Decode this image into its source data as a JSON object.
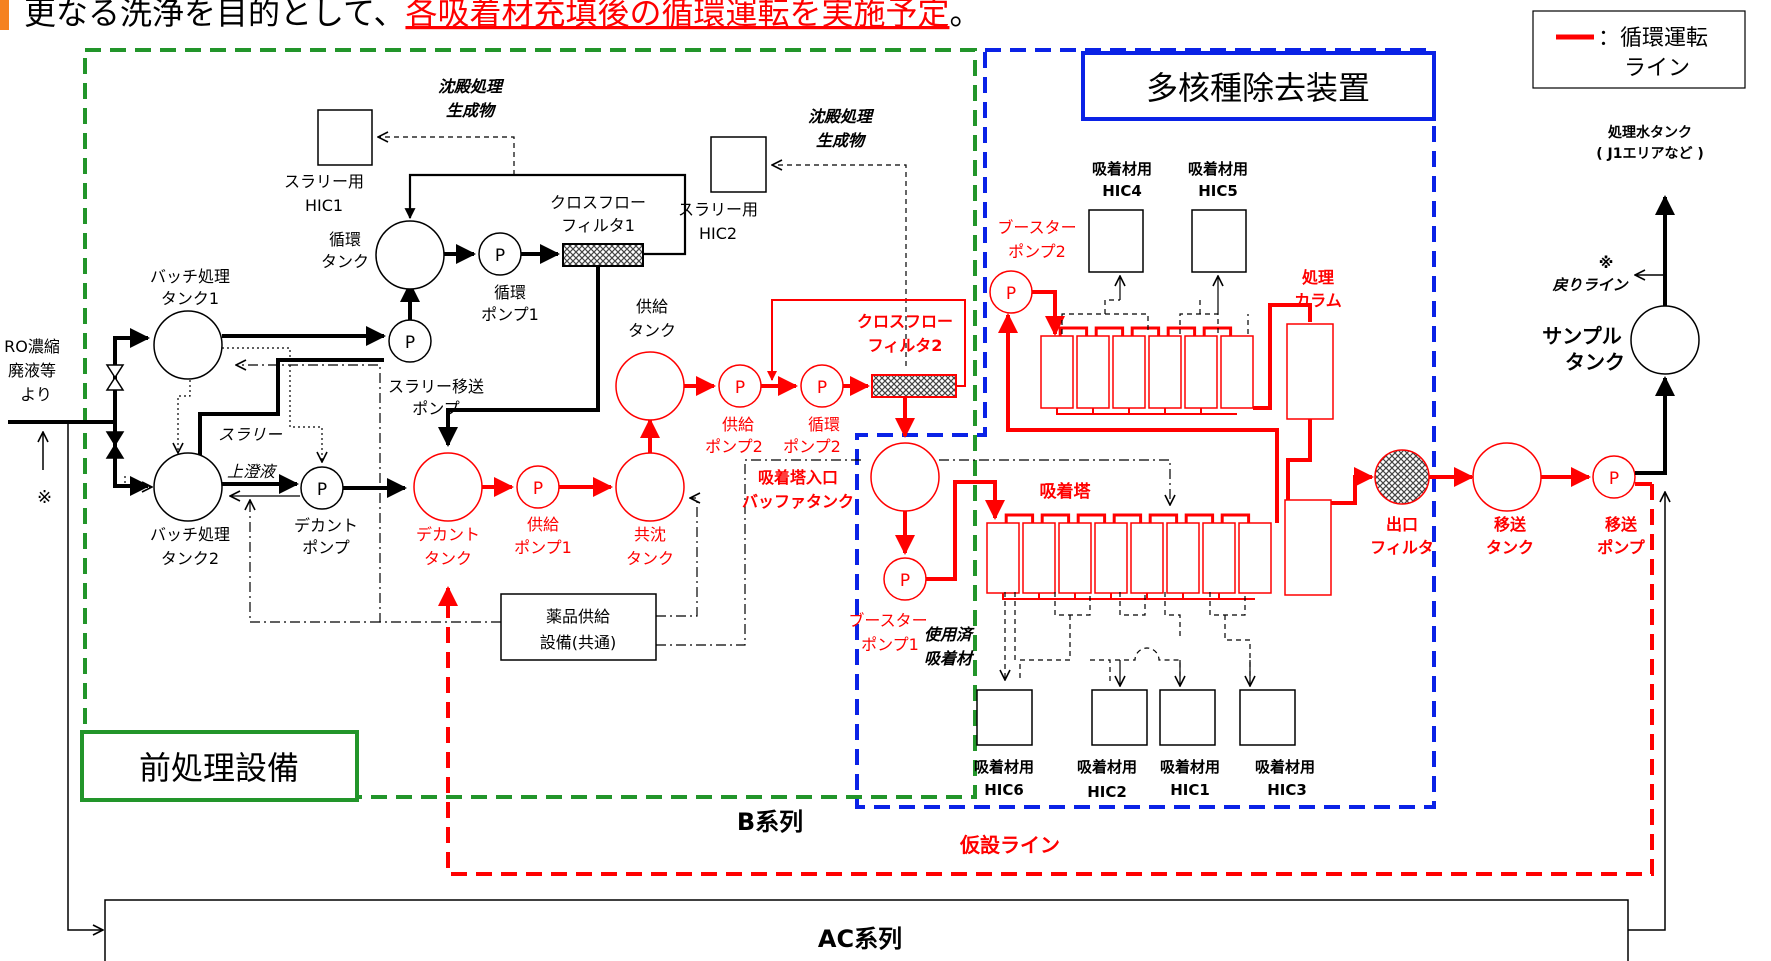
{
  "header": {
    "prefix": "更なる洗浄を目的として、",
    "highlight": "各吸着材充填後の循環運転を実施予定",
    "suffix": "。"
  },
  "legend": {
    "line1": "：循環運転",
    "line2": "ライン"
  },
  "colors": {
    "red": "#ff0000",
    "green": "#22952a",
    "blue": "#0a22e6",
    "orange": "#f58220",
    "black": "#000000"
  },
  "areas": {
    "pretreatment": "前処理設備",
    "alps": "多核種除去装置",
    "series_b": "B系列",
    "series_ac": "AC系列",
    "temp_line": "仮設ライン"
  },
  "labels": {
    "ro_1": "RO濃縮",
    "ro_2": "廃液等",
    "ro_3": "より",
    "note_mark": "※",
    "batch1_1": "バッチ処理",
    "batch1_2": "タンク1",
    "batch2_1": "バッチ処理",
    "batch2_2": "タンク2",
    "slurry": "スラリー",
    "supernatant": "上澄液",
    "decant_pump_1": "デカント",
    "decant_pump_2": "ポンプ",
    "slurry_pump_1": "スラリー移送",
    "slurry_pump_2": "ポンプ",
    "circ_tank_1": "循環",
    "circ_tank_2": "タンク",
    "circ_pump1_1": "循環",
    "circ_pump1_2": "ポンプ1",
    "slurry_hic1_1": "スラリー用",
    "slurry_hic1_2": "HIC1",
    "ppt_1_1": "沈殿処理",
    "ppt_1_2": "生成物",
    "ppt_2_1": "沈殿処理",
    "ppt_2_2": "生成物",
    "cff1_1": "クロスフロー",
    "cff1_2": "フィルタ1",
    "slurry_hic2_1": "スラリー用",
    "slurry_hic2_2": "HIC2",
    "supply_tank_1": "供給",
    "supply_tank_2": "タンク",
    "decant_tank_1": "デカント",
    "decant_tank_2": "タンク",
    "supply_pump1_1": "供給",
    "supply_pump1_2": "ポンプ1",
    "coppt_tank_1": "共沈",
    "coppt_tank_2": "タンク",
    "supply_pump2_1": "供給",
    "supply_pump2_2": "ポンプ2",
    "circ_pump2_1": "循環",
    "circ_pump2_2": "ポンプ2",
    "cff2_1": "クロスフロー",
    "cff2_2": "フィルタ2",
    "buffer_1": "吸着塔入口",
    "buffer_2": "バッファタンク",
    "chem_1": "薬品供給",
    "chem_2": "設備(共通)",
    "booster2_1": "ブースター",
    "booster2_2": "ポンプ2",
    "booster1_1": "ブースター",
    "booster1_2": "ポンプ1",
    "hic4_1": "吸着材用",
    "hic4_2": "HIC4",
    "hic5_1": "吸着材用",
    "hic5_2": "HIC5",
    "column_1": "処理",
    "column_2": "カラム",
    "adsorption": "吸着塔",
    "used_1": "使用済",
    "used_2": "吸着材",
    "hic6_1": "吸着材用",
    "hic6_2": "HIC6",
    "hic2_1": "吸着材用",
    "hic2_2": "HIC2",
    "hic1_1": "吸着材用",
    "hic1_2": "HIC1",
    "hic3_1": "吸着材用",
    "hic3_2": "HIC3",
    "outlet_1": "出口",
    "outlet_2": "フィルタ",
    "transfer_tank_1": "移送",
    "transfer_tank_2": "タンク",
    "transfer_pump_1": "移送",
    "transfer_pump_2": "ポンプ",
    "treated_1": "処理水タンク",
    "treated_2": "( J1エリアなど )",
    "return_1": "※",
    "return_2": "戻りライン",
    "sample_1": "サンプル",
    "sample_2": "タンク",
    "pump_symbol": "P"
  }
}
